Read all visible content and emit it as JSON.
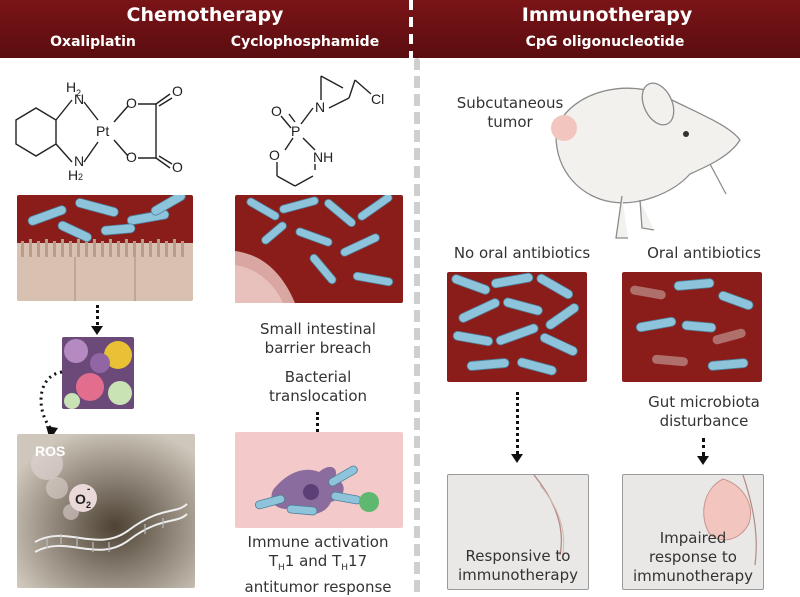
{
  "header": {
    "left_title": "Chemotherapy",
    "right_title": "Immunotherapy",
    "drugs": [
      "Oxaliplatin",
      "Cyclophosphamide",
      "CpG oligonucleotide"
    ]
  },
  "structures": {
    "oxaliplatin": {
      "atoms": [
        "H",
        "2",
        "N",
        "Pt",
        "N",
        "H",
        "2",
        "O",
        "O",
        "O",
        "O"
      ]
    },
    "cyclophosphamide": {
      "atoms": [
        "O",
        "P",
        "N",
        "Cl",
        "O",
        "NH"
      ]
    }
  },
  "left_column": {
    "ros": "ROS",
    "o2": "O",
    "o2_sub": "2",
    "o2_charge": "-"
  },
  "middle_column": {
    "breach_line1": "Small intestinal",
    "breach_line2": "barrier breach",
    "translocation_line1": "Bacterial",
    "translocation_line2": "translocation",
    "activation_line1": "Immune activation",
    "th1_prefix": "T",
    "th1_sub": "H",
    "th1_suffix": "1 and T",
    "th17_sub": "H",
    "th17_suffix": "17",
    "activation_line3": "antitumor response"
  },
  "right_column": {
    "tumor_line1": "Subcutaneous",
    "tumor_line2": "tumor",
    "no_abx": "No oral antibiotics",
    "abx": "Oral antibiotics",
    "disturb_line1": "Gut microbiota",
    "disturb_line2": "disturbance",
    "responsive_line1": "Responsive to",
    "responsive_line2": "immunotherapy",
    "impaired_line1": "Impaired",
    "impaired_line2": "response to",
    "impaired_line3": "immunotherapy"
  },
  "colors": {
    "header": "#6b1013",
    "lumen": "#8a1d1a",
    "bacteria": "#8ec3dc",
    "epithelium": "#d9c1b2",
    "tumor": "#f2c6bf",
    "panel_bg": "#e9e8e6"
  }
}
